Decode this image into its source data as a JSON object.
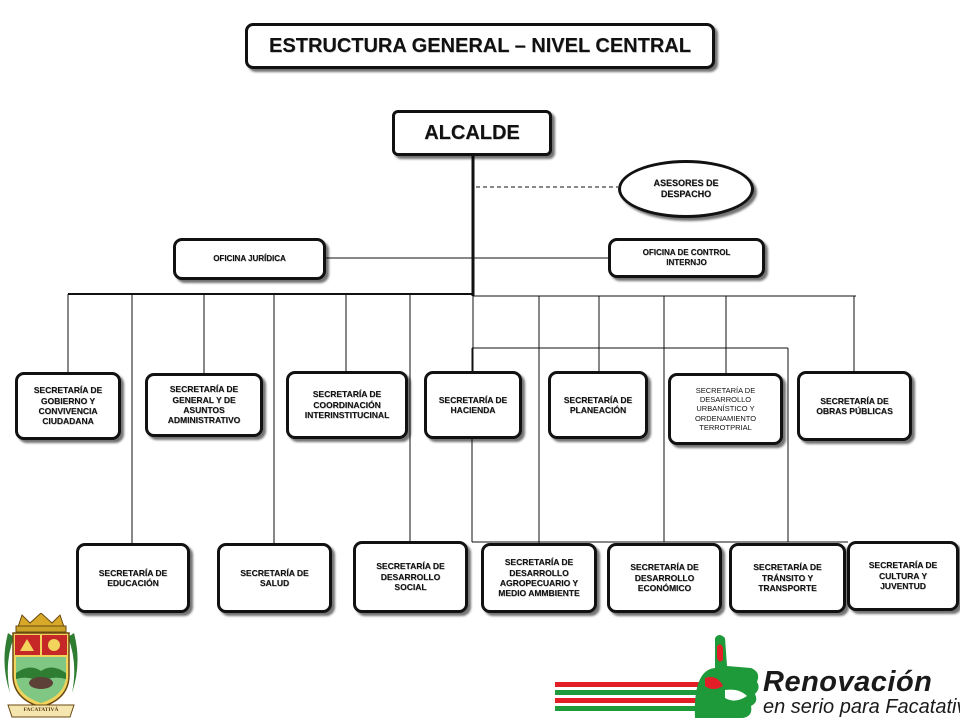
{
  "title": "ESTRUCTURA GENERAL – NIVEL CENTRAL",
  "alcalde": "ALCALDE",
  "asesores": [
    "ASESORES DE",
    "DESPACHO"
  ],
  "oficina_juridica": "OFICINA JURÍDICA",
  "oficina_control": [
    "OFICINA DE CONTROL",
    "INTERNJO"
  ],
  "secretarias_top": {
    "gobierno": [
      "SECRETARÍA DE",
      "GOBIERNO Y",
      "CONVIVENCIA",
      "CIUDADANA"
    ],
    "general": [
      "SECRETARÍA DE",
      "GENERAL Y DE",
      "ASUNTOS",
      "ADMINISTRATIVO"
    ],
    "coordinacion": [
      "SECRETARÍA DE",
      "COORDINACIÓN",
      "INTERINSTITUCINAL"
    ],
    "hacienda": [
      "SECRETARÍA DE",
      "HACIENDA"
    ],
    "planeacion": [
      "SECRETARÍA DE",
      "PLANEACIÓN"
    ],
    "urbanistico": [
      "SECRETARÍA   DE",
      "DESARROLLO",
      "URBANÍSTICO   Y",
      "ORDENAMIENTO",
      "TERROTPRIAL"
    ],
    "obras": [
      "SECRETARÍA DE",
      "OBRAS PÚBLICAS"
    ]
  },
  "secretarias_bottom": {
    "educacion": [
      "SECRETARÍA DE",
      "EDUCACIÓN"
    ],
    "salud": [
      "SECRETARÍA DE",
      "SALUD"
    ],
    "social": [
      "SECRETARÍA DE",
      "DESARROLLO",
      "SOCIAL"
    ],
    "agropecuario": [
      "SECRETARÍA DE",
      "DESARROLLO",
      "AGROPECUARIO Y",
      "MEDIO AMMBIENTE"
    ],
    "economico": [
      "SECRETARÍA DE",
      "DESARROLLO",
      "ECONÓMICO"
    ],
    "transito": [
      "SECRETARÍA DE",
      "TRÁNSITO Y",
      "TRANSPORTE"
    ],
    "cultura": [
      "SECRETARÍA DE",
      "CULTURA Y",
      "JUVENTUD"
    ]
  },
  "logos": {
    "shield_label": "FACATATIVÁ",
    "brand_main": "Renovación",
    "brand_sub": "en serio para Facatativá",
    "colors": {
      "red": "#e41e26",
      "green": "#1f9a3a",
      "gold": "#c9a227"
    }
  }
}
